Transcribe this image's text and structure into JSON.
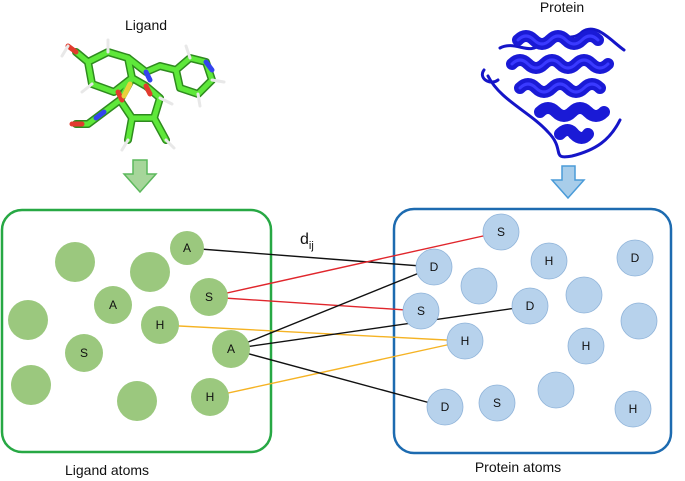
{
  "titles": {
    "ligand": "Ligand",
    "protein": "Protein",
    "ligand_atoms": "Ligand atoms",
    "protein_atoms": "Protein atoms",
    "distance_main": "d",
    "distance_sub": "ij"
  },
  "colors": {
    "ligand_box": "#27a844",
    "protein_box": "#1d6bb0",
    "ligand_atom": "#9bc87e",
    "protein_atom": "#b7d2ec",
    "protein_atom_stroke": "#8fb3d9",
    "line_black": "#111111",
    "line_red": "#e0262c",
    "line_orange": "#f5b324",
    "ligand_arrow": "#a6d69a",
    "protein_arrow": "#a8cdea",
    "protein_ribbon": "#1a1ad6"
  },
  "ligand_atoms": [
    {
      "label": ""
    },
    {
      "label": "A"
    },
    {
      "label": ""
    },
    {
      "label": ""
    },
    {
      "label": "A"
    },
    {
      "label": "S"
    },
    {
      "label": ""
    },
    {
      "label": "H"
    },
    {
      "label": "S"
    },
    {
      "label": "A"
    },
    {
      "label": ""
    },
    {
      "label": ""
    },
    {
      "label": "H"
    }
  ],
  "protein_atoms": [
    {
      "label": "S"
    },
    {
      "label": "D"
    },
    {
      "label": "H"
    },
    {
      "label": "D"
    },
    {
      "label": ""
    },
    {
      "label": ""
    },
    {
      "label": "S"
    },
    {
      "label": "D"
    },
    {
      "label": ""
    },
    {
      "label": "H"
    },
    {
      "label": "H"
    },
    {
      "label": "D"
    },
    {
      "label": "S"
    },
    {
      "label": ""
    },
    {
      "label": "H"
    }
  ],
  "interactions": [
    {
      "from": 1,
      "to": 1,
      "type": "black"
    },
    {
      "from": 5,
      "to": 0,
      "type": "red"
    },
    {
      "from": 5,
      "to": 6,
      "type": "red"
    },
    {
      "from": 7,
      "to": 9,
      "type": "orange"
    },
    {
      "from": 12,
      "to": 9,
      "type": "orange"
    },
    {
      "from": 9,
      "to": 1,
      "type": "black"
    },
    {
      "from": 9,
      "to": 7,
      "type": "black"
    },
    {
      "from": 9,
      "to": 11,
      "type": "black"
    }
  ]
}
